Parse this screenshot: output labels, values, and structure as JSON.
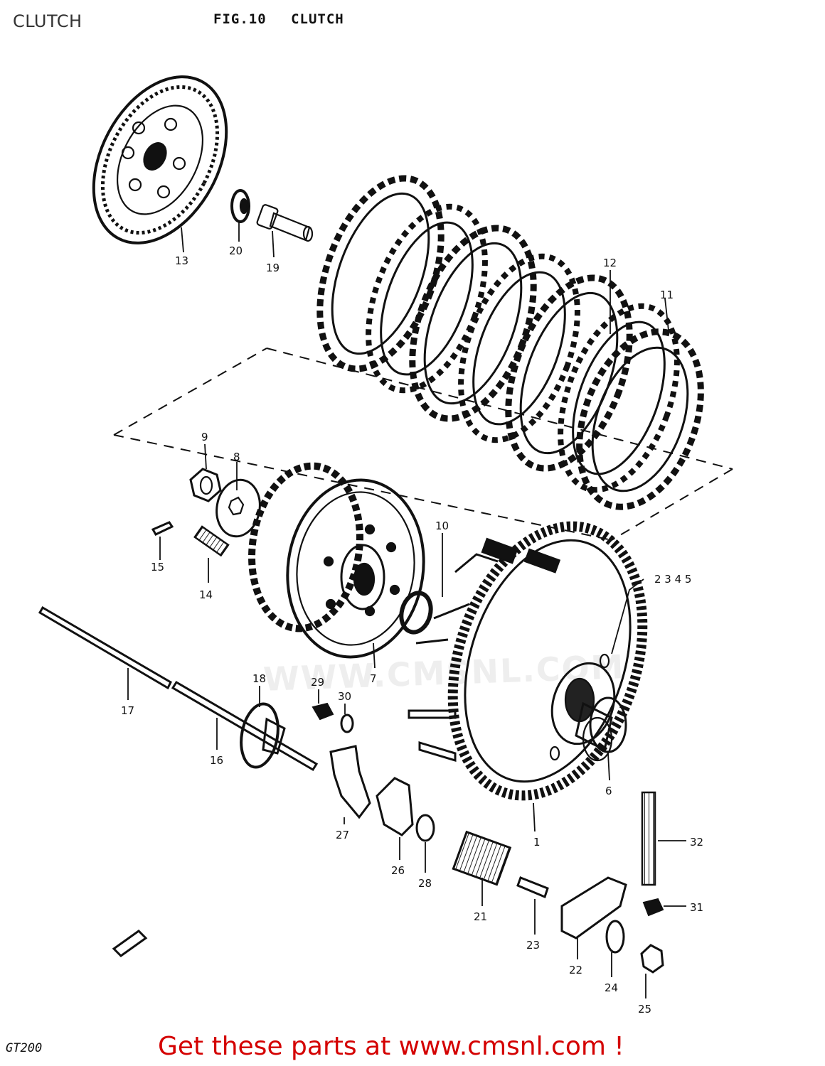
{
  "header": {
    "page_title": "CLUTCH",
    "figure_number": "FIG.10",
    "figure_name": "CLUTCH"
  },
  "watermark_text": "WWW.CMSNL.COM",
  "footer": {
    "model_code": "GT200",
    "link_text": "Get these parts at www.cmsnl.com !",
    "link_color": "#d40000"
  },
  "callouts": {
    "c1": "1",
    "c2345": "2  3  4  5",
    "c6": "6",
    "c7": "7",
    "c8": "8",
    "c9": "9",
    "c10": "10",
    "c11": "11",
    "c12": "12",
    "c13": "13",
    "c14": "14",
    "c15": "15",
    "c16": "16",
    "c17": "17",
    "c18": "18",
    "c19": "19",
    "c20": "20",
    "c21": "21",
    "c22": "22",
    "c23": "23",
    "c24": "24",
    "c25": "25",
    "c26": "26",
    "c27": "27",
    "c28": "28",
    "c29": "29",
    "c30": "30",
    "c31": "31",
    "c32": "32"
  }
}
